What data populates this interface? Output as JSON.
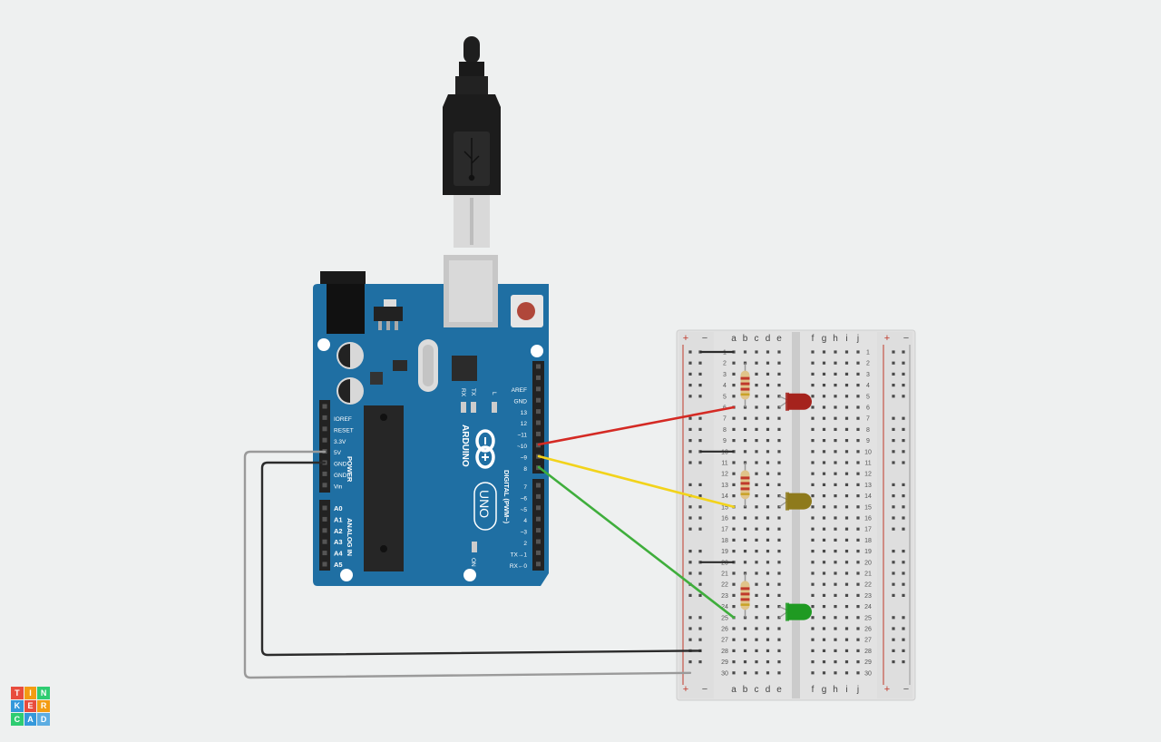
{
  "logo": {
    "letters": [
      "T",
      "I",
      "N",
      "K",
      "E",
      "R",
      "C",
      "A",
      "D"
    ],
    "colors": [
      "#e84c3d",
      "#f39c12",
      "#2ecc71",
      "#3498db",
      "#e84c3d",
      "#f39c12",
      "#2ecc71",
      "#3498db",
      "#5dade2"
    ]
  },
  "arduino": {
    "brand": "ARDUINO",
    "model": "UNO",
    "power_header": "POWER",
    "analog_header": "ANALOG IN",
    "digital_header": "DIGITAL (PWM~)",
    "on_label": "ON",
    "rx_label": "RX",
    "tx_label": "TX",
    "l_label": "L",
    "power_pins": [
      "IOREF",
      "RESET",
      "3.3V",
      "5V",
      "GND",
      "GND",
      "Vin"
    ],
    "analog_pins": [
      "A0",
      "A1",
      "A2",
      "A3",
      "A4",
      "A5"
    ],
    "digital_pins_top": [
      "AREF",
      "GND",
      "13",
      "12",
      "~11",
      "~10",
      "~9",
      "8"
    ],
    "digital_pins_bottom": [
      "7",
      "~6",
      "~5",
      "4",
      "~3",
      "2",
      "TX→1",
      "RX←0"
    ]
  },
  "breadboard": {
    "plus": "+",
    "minus": "−",
    "cols_left": [
      "a",
      "b",
      "c",
      "d",
      "e"
    ],
    "cols_right": [
      "f",
      "g",
      "h",
      "i",
      "j"
    ],
    "rows": 30
  },
  "wires": [
    {
      "name": "wire-red",
      "color": "#d42a24"
    },
    {
      "name": "wire-yellow",
      "color": "#f2d31b"
    },
    {
      "name": "wire-green",
      "color": "#3fae3c"
    },
    {
      "name": "wire-black",
      "color": "#2b2b2b"
    },
    {
      "name": "wire-gray",
      "color": "#9a9a9a"
    }
  ],
  "leds": [
    {
      "name": "led-red",
      "color": "#a5231d"
    },
    {
      "name": "led-yellow",
      "color": "#8e7a1c"
    },
    {
      "name": "led-green",
      "color": "#1f9a22"
    }
  ]
}
